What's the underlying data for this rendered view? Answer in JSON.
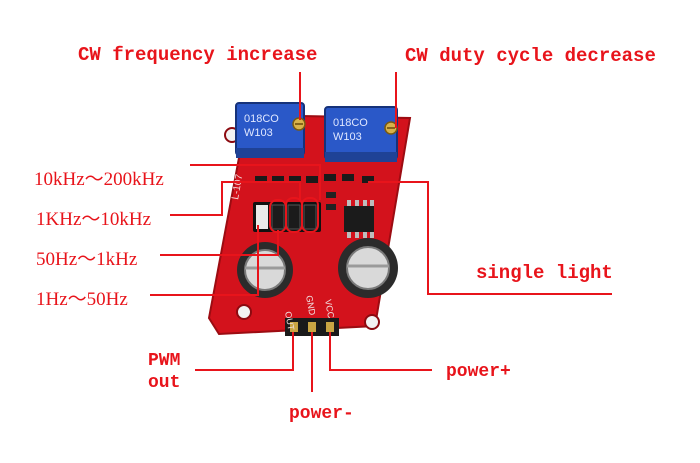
{
  "labels": {
    "cw_frequency_increase": "CW frequency increase",
    "cw_duty_cycle_decrease": "CW duty cycle decrease",
    "range_10khz_200khz": "10kHz～200kHz",
    "range_1khz_10khz": "1KHz～10kHz",
    "range_50hz_1khz": "50Hz～1kHz",
    "range_1hz_50hz": "1Hz～50Hz",
    "single_light": "single light",
    "pwm_out": "PWM\nout",
    "power_minus": "power-",
    "power_plus": "power+"
  },
  "board": {
    "pot_left_text": "018CO\nW103",
    "pot_right_text": "018CO\nW103",
    "silk_model": "L-107",
    "pin_out": "OUT",
    "pin_gnd": "GND",
    "pin_vcc": "VCC"
  },
  "colors": {
    "label": "#e8141b",
    "board": "#d3121c",
    "pot": "#2a58c8",
    "leader": "#e8141b"
  }
}
